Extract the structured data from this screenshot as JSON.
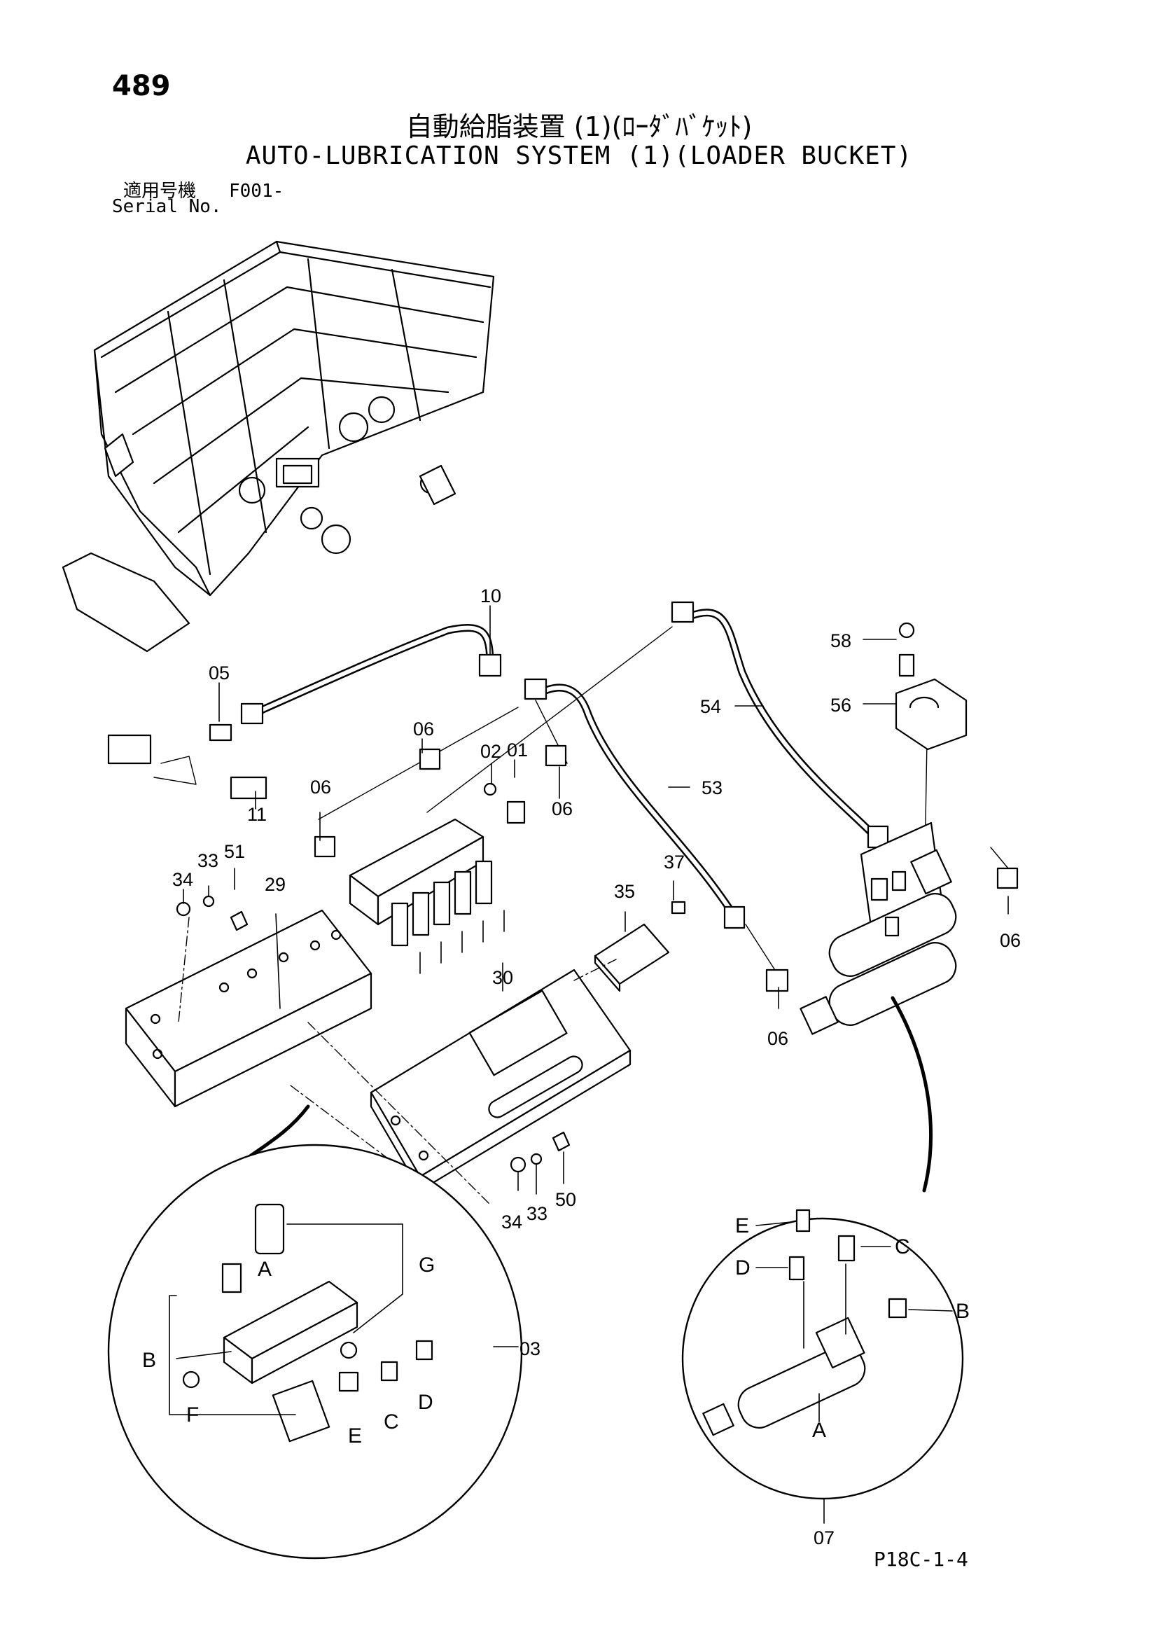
{
  "header": {
    "page_number": "489",
    "title_jp": "自動給脂装置 (1)(ﾛｰﾀﾞﾊﾞｹｯﾄ)",
    "title_en": "AUTO-LUBRICATION SYSTEM (1)(LOADER BUCKET)",
    "serial_label_jp": "適用号機",
    "serial_value": "F001-",
    "serial_label_en": "Serial No."
  },
  "part_labels": {
    "p01": "01",
    "p02": "02",
    "p03": "03",
    "p05": "05",
    "p06a": "06",
    "p06b": "06",
    "p06c": "06",
    "p06d": "06",
    "p06e": "06",
    "p07": "07",
    "p10": "10",
    "p11": "11",
    "p29": "29",
    "p30": "30",
    "p33a": "33",
    "p33b": "33",
    "p34a": "34",
    "p34b": "34",
    "p35": "35",
    "p37": "37",
    "p50": "50",
    "p51": "51",
    "p53": "53",
    "p54": "54",
    "p56": "56",
    "p58": "58"
  },
  "detail_left_labels": {
    "A": "A",
    "B": "B",
    "C": "C",
    "D": "D",
    "E": "E",
    "F": "F",
    "G": "G"
  },
  "detail_right_labels": {
    "A": "A",
    "B": "B",
    "C": "C",
    "D": "D",
    "E": "E"
  },
  "footer": {
    "page_code": "P18C-1-4"
  }
}
